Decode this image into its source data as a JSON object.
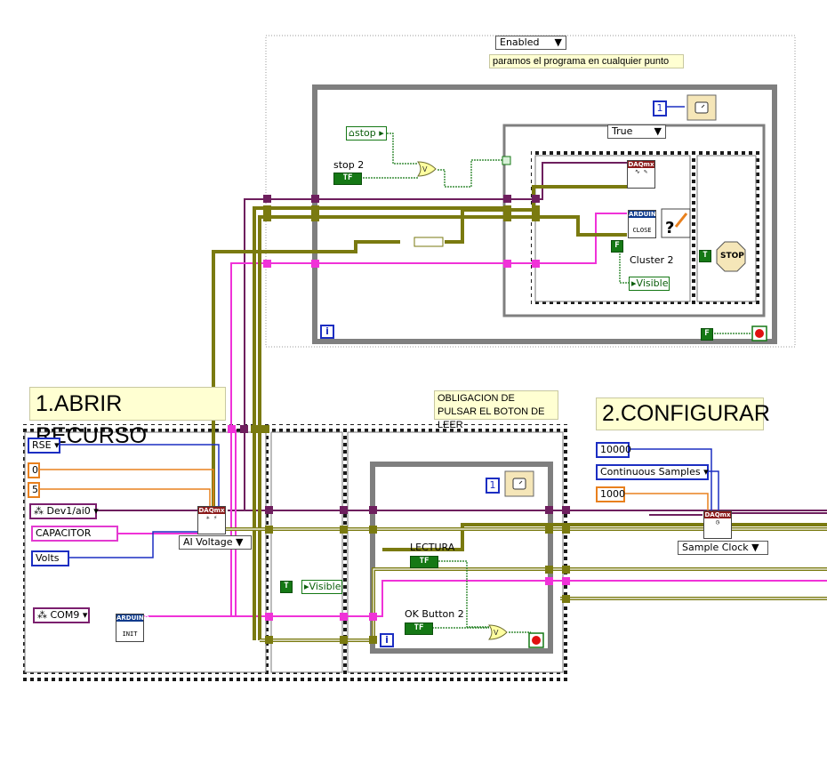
{
  "titles": {
    "open_resource": "1.ABRIR RECURSO",
    "configure": "2.CONFIGURAR"
  },
  "notes": {
    "read_button_note": "OBLIGACION DE PULSAR EL BOTON DE LEER",
    "stop_comment": "paramos el programa en cualquier punto"
  },
  "disable_structure": {
    "selector": "Enabled"
  },
  "case_structure": {
    "selector": "True"
  },
  "controls": {
    "terminal_config": "RSE",
    "min_value": "0",
    "max_value": "5",
    "physical_channel": "Dev1/ai0",
    "channel_name": "CAPACITOR",
    "units": "Volts",
    "measurement_type": "AI Voltage",
    "arduino_port": "COM9",
    "samples_per_channel": "10000",
    "sample_mode": "Continuous Samples",
    "rate": "1000",
    "timing_type": "Sample Clock",
    "stop_local": "stop",
    "stop2": "stop 2",
    "lectura": "LECTURA",
    "ok_button_2": "OK Button 2",
    "cluster2": "Cluster 2"
  },
  "property_nodes": {
    "visible_a": "Visible",
    "visible_b": "Visible"
  },
  "constants": {
    "wait_ms_top": "1",
    "wait_ms_bottom": "1",
    "bool_true": "T",
    "bool_false": "F",
    "bool_true_label": "TF"
  },
  "vi_labels": {
    "daqmx": "DAQmx",
    "arduino": "ARDUINO",
    "init": "INIT",
    "close": "CLOSE",
    "stop_sign": "STOP",
    "iteration": "i"
  },
  "colors": {
    "wire_purple": "#6e1f5e",
    "wire_pink": "#f032d8",
    "wire_olive": "#7a7a10",
    "wire_blue": "#1c2ec2",
    "wire_orange": "#e8801e",
    "wire_green": "#157815",
    "frame_gray": "#7f7f7f",
    "note_bg": "#ffffd2"
  }
}
